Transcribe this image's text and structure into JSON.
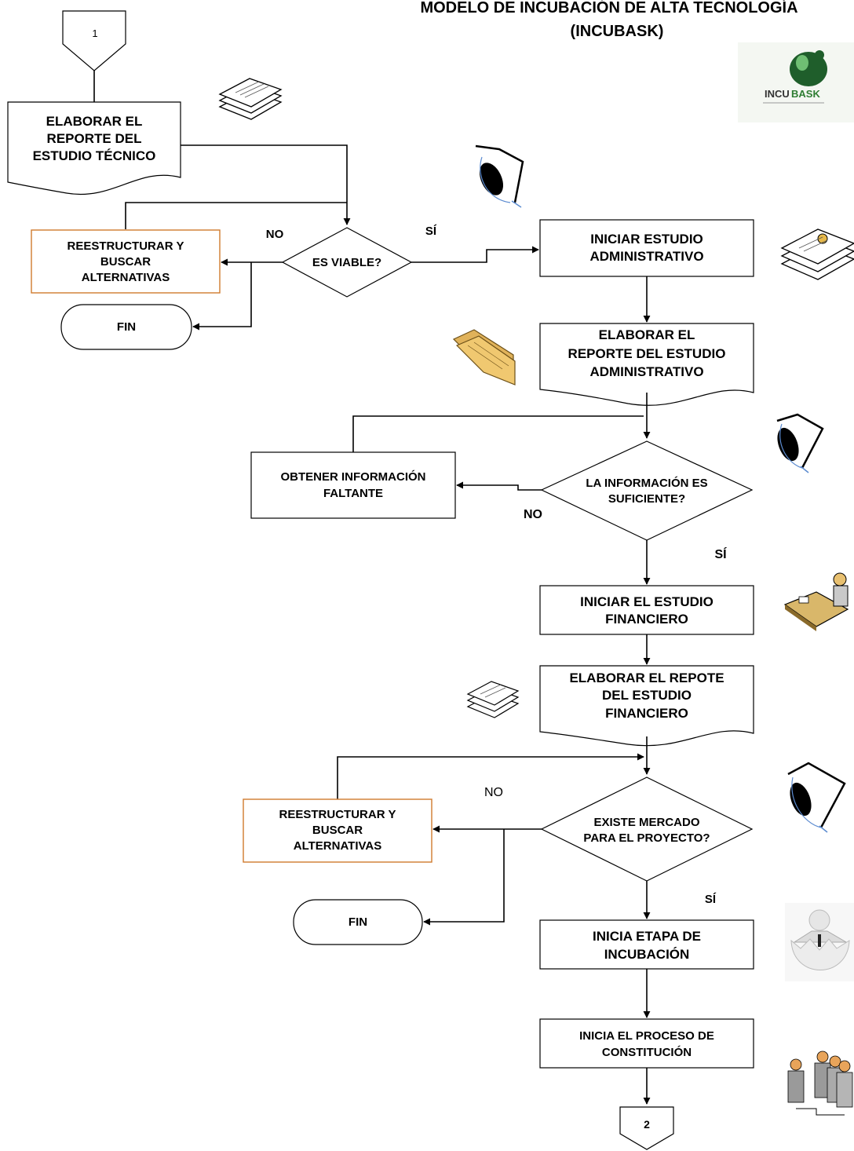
{
  "title": {
    "line1": "MODELO DE INCUBACIÓN DE ALTA TECNOLOGÍA",
    "line2": "(INCUBASK)"
  },
  "logo": {
    "text_a": "INCU",
    "text_b": "BASK",
    "accent": "#2e7d32"
  },
  "connectors": {
    "top": "1",
    "bottom": "2"
  },
  "steps": {
    "report_tecnico": [
      "ELABORAR EL",
      "REPORTE DEL",
      "ESTUDIO TÉCNICO"
    ],
    "restructure_1": [
      "REESTRUCTURAR Y",
      "BUSCAR",
      "ALTERNATIVAS"
    ],
    "fin_1": "FIN",
    "decision_viable": "ES VIABLE?",
    "no_1": "NO",
    "si_1": "SÍ",
    "start_admin": [
      "INICIAR ESTUDIO",
      "ADMINISTRATIVO"
    ],
    "report_admin": [
      "ELABORAR EL",
      "REPORTE DEL ESTUDIO",
      "ADMINISTRATIVO"
    ],
    "obtain_info": [
      "OBTENER INFORMACIÓN",
      "FALTANTE"
    ],
    "decision_info": [
      "LA INFORMACIÓN ES",
      "SUFICIENTE?"
    ],
    "no_2": "NO",
    "si_2": "SÍ",
    "start_fin": [
      "INICIAR EL ESTUDIO",
      "FINANCIERO"
    ],
    "report_fin": [
      "ELABORAR EL REPOTE",
      "DEL ESTUDIO",
      "FINANCIERO"
    ],
    "no_3": "NO",
    "restructure_2": [
      "REESTRUCTURAR Y",
      "BUSCAR",
      "ALTERNATIVAS"
    ],
    "decision_market": [
      "EXISTE MERCADO",
      "PARA EL PROYECTO?"
    ],
    "fin_2": "FIN",
    "si_3": "SÍ",
    "incubation": [
      "INICIA ETAPA DE",
      "INCUBACIÓN"
    ],
    "constitution": [
      "INICIA EL PROCESO DE",
      "CONSTITUCIÓN"
    ]
  },
  "colors": {
    "orange_border": "#d07a2e",
    "folder": "#e0b25a"
  }
}
